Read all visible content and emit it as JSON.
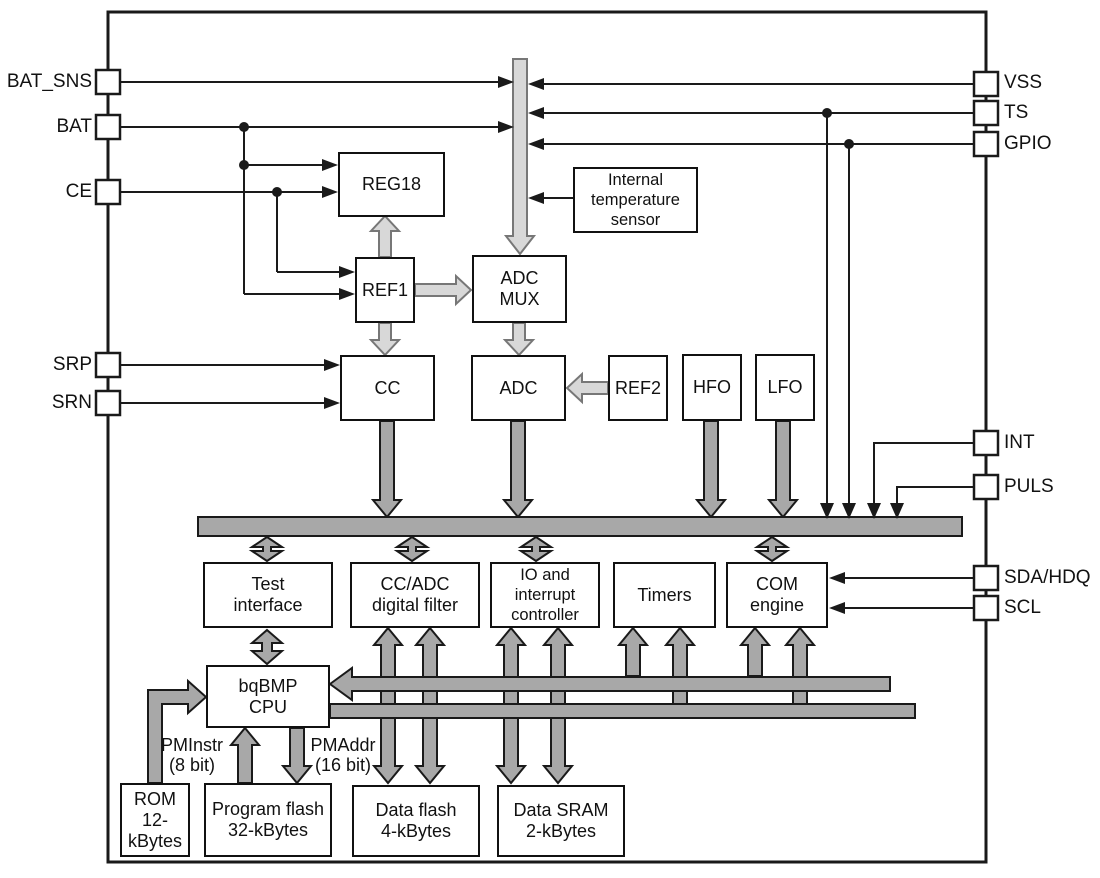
{
  "pins_left": [
    {
      "label": "BAT_SNS"
    },
    {
      "label": "BAT"
    },
    {
      "label": "CE"
    },
    {
      "label": "SRP"
    },
    {
      "label": "SRN"
    }
  ],
  "pins_right": [
    {
      "label": "VSS"
    },
    {
      "label": "TS"
    },
    {
      "label": "GPIO"
    },
    {
      "label": "INT"
    },
    {
      "label": "PULS"
    },
    {
      "label": "SDA/HDQ"
    },
    {
      "label": "SCL"
    }
  ],
  "blocks": {
    "reg18": "REG18",
    "ref1": "REF1",
    "adc_mux": "ADC\nMUX",
    "temp_sensor": "Internal\ntemperature\nsensor",
    "cc": "CC",
    "adc": "ADC",
    "ref2": "REF2",
    "hfo": "HFO",
    "lfo": "LFO",
    "test_interface": "Test\ninterface",
    "cc_adc_filter": "CC/ADC\ndigital filter",
    "io_interrupt": "IO and\ninterrupt\ncontroller",
    "timers": "Timers",
    "com_engine": "COM\nengine",
    "cpu": "bqBMP\nCPU",
    "rom": "ROM\n12-\nkBytes",
    "program_flash": "Program flash\n32-kBytes",
    "data_flash": "Data flash\n4-kBytes",
    "data_sram": "Data SRAM\n2-kBytes"
  },
  "bus_labels": {
    "pminstr": "PMInstr\n(8 bit)",
    "pmaddr": "PMAddr\n(16 bit)"
  },
  "colors": {
    "background": "#ffffff",
    "line_black": "#1a1a1a",
    "bus_gray": "#a8a8a8",
    "light_gray": "#d8d8d8",
    "block_border": "#111111"
  }
}
